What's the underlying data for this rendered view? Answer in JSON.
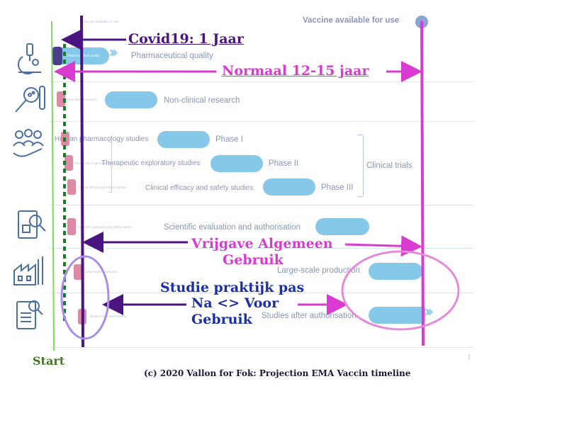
{
  "header": {
    "vaccine_available": "Vaccine available for use",
    "tiny_top_label": "Vaccine available for use"
  },
  "rows": {
    "pharmaceutical": {
      "label": "Pharmaceutical quality",
      "tiny": "Pharmaceutical quality"
    },
    "nonclinical": {
      "label": "Non-clinical research",
      "tiny": "Non-clinical research"
    },
    "human_pharmacology": {
      "label": "Human pharmacology studies",
      "phase": "Phase I",
      "tiny": "Human pharmacology"
    },
    "therapeutic": {
      "label": "Therapeutic exploratory studies",
      "phase": "Phase II",
      "tiny": "Therapeutic exploratory studies"
    },
    "clinical_efficacy": {
      "label": "Clinical efficacy and safety studies",
      "phase": "Phase III",
      "tiny": "Clinical efficacy and safety studies"
    },
    "clinical_trials": "Clinical trials",
    "scientific_evaluation": {
      "label": "Scientific evaluation and authorisation",
      "tiny": "Scientific evaluation and authorisation"
    },
    "large_scale": {
      "label": "Large-scale production",
      "tiny": "Large-scale production"
    },
    "studies_after": {
      "label": "Studies after authorisation",
      "tiny": "Studies after authorisation"
    }
  },
  "annotations": {
    "covid": "Covid19:  1  Jaar",
    "normaal": "Normaal  12-15  jaar",
    "vrijgave_line1": "Vrijgave  Algemeen",
    "vrijgave_line2": "Gebruik",
    "studie_line1": "Studie  praktijk  pas",
    "studie_line2": "Na  <>  Voor",
    "studie_line3": "Gebruik",
    "start": "Start"
  },
  "footer": "(c) 2020 Vallon for Fok: Projection EMA Vaccin timeline",
  "colors": {
    "pill": "#86c8ea",
    "purple": "#4b1580",
    "magenta": "#d93ad0",
    "green_line": "#7ed957",
    "dotted_green": "#1f7a2e",
    "icon": "#4a6fa5",
    "ellipse_purple": "#a88ee8",
    "ellipse_pink": "#e58ad9"
  },
  "icons": [
    "microscope-icon",
    "magnifier-testtube-icon",
    "people-hand-icon",
    "document-magnifier-icon",
    "factory-icon",
    "report-magnifier-icon"
  ]
}
